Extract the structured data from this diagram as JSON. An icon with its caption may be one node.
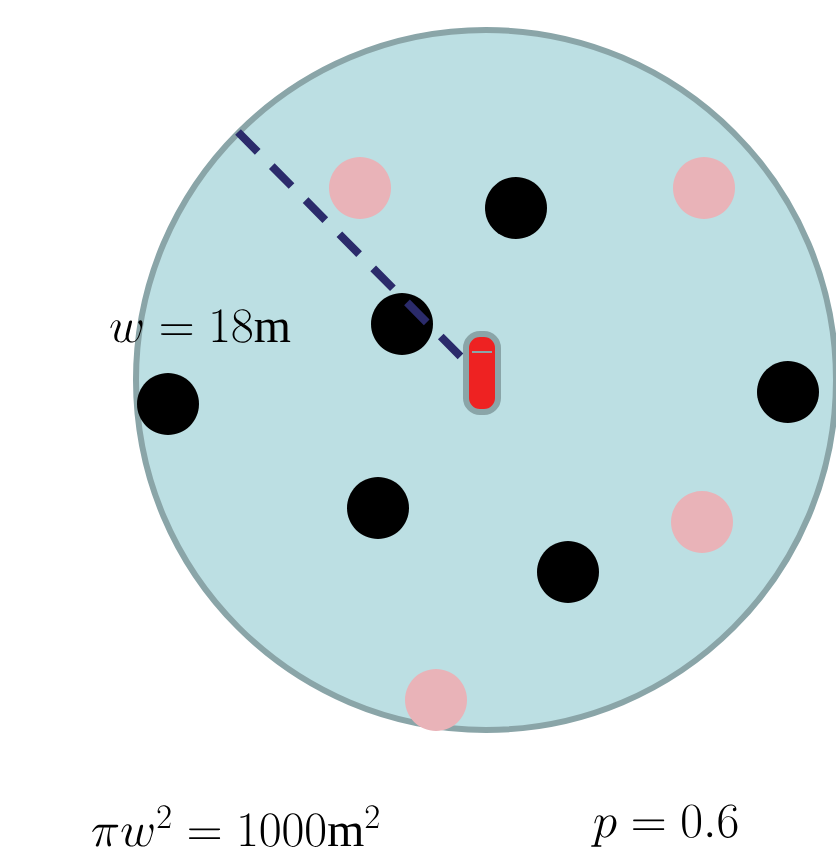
{
  "diagram": {
    "labels": [
      "w = 18\\mathrm{m}",
      "\\pi w^2 = 1000\\mathrm{m}^2",
      "p = 0.6"
    ]
  }
}
